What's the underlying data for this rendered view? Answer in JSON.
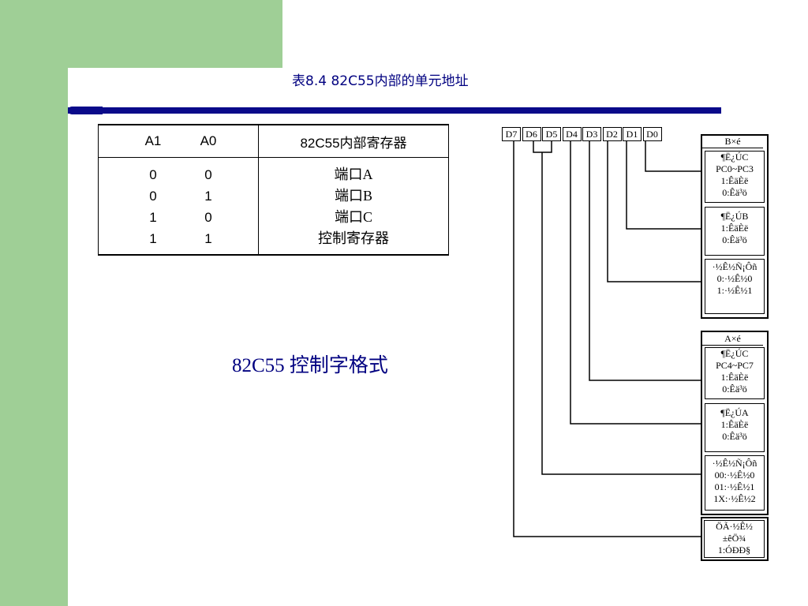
{
  "slide": {
    "title": "表8.4  82C55内部的单元地址",
    "subtitle": "82C55 控制字格式",
    "colors": {
      "green": "#9fcf96",
      "navy": "#0a0a8a",
      "text_navy": "#000080"
    }
  },
  "table": {
    "headers": {
      "a1": "A1",
      "a0": "A0",
      "register": "82C55内部寄存器"
    },
    "rows": [
      {
        "a1": "0",
        "a0": "0",
        "register": "端口A"
      },
      {
        "a1": "0",
        "a0": "1",
        "register": "端口B"
      },
      {
        "a1": "1",
        "a0": "0",
        "register": "端口C"
      },
      {
        "a1": "1",
        "a0": "1",
        "register": "控制寄存器"
      }
    ]
  },
  "diagram": {
    "bits": [
      "D7",
      "D6",
      "D5",
      "D4",
      "D3",
      "D2",
      "D1",
      "D0"
    ],
    "group_b": {
      "header": "B×é",
      "boxes": [
        "¶Ë¿ÚC\nPC0~PC3\n1:ÊäÈë\n0:Êä³ö",
        "¶Ë¿ÚB\n1:ÊäÈë\n0:Êä³ö",
        "·½Ê½Ñ¡Ôñ\n0:·½Ê½0\n1:·½Ê½1"
      ]
    },
    "group_a": {
      "header": "A×é",
      "boxes": [
        "¶Ë¿ÚC\nPC4~PC7\n1:ÊäÈë\n0:Êä³ö",
        "¶Ë¿ÚA\n1:ÊäÈë\n0:Êä³ö",
        "·½Ê½Ñ¡Ôñ\n00:·½Ê½0\n01:·½Ê½1\n1X:·½Ê½2"
      ]
    },
    "flag_box": "ÖÃ·½Ê½\n±êÖ¾\n1:ÓÐÐ§"
  }
}
